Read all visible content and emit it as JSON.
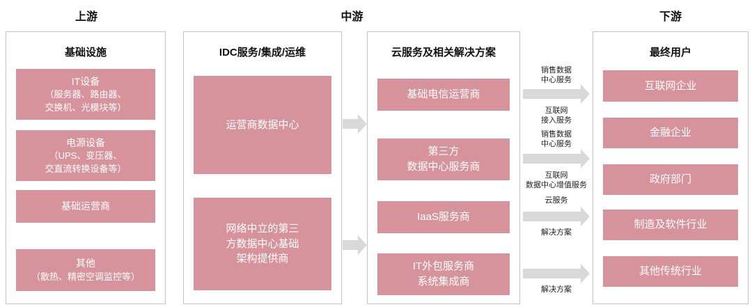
{
  "stages": {
    "upstream": "上游",
    "midstream": "中游",
    "downstream": "下游"
  },
  "columns": [
    {
      "header": "基础设施",
      "items": [
        {
          "label": "IT设备",
          "sub": "（服务器、路由器、\n交换机、光模块等）"
        },
        {
          "label": "电源设备",
          "sub": "（UPS、变压器、\n交直流转换设备等）"
        },
        {
          "label": "基础运营商",
          "sub": ""
        },
        {
          "label": "其他",
          "sub": "（散热、精密空调监控等）"
        }
      ]
    },
    {
      "header": "IDC服务/集成/运维",
      "items": [
        {
          "label": "运营商数据中心"
        },
        {
          "label": "网络中立的第三\n方数据中心基础\n架构提供商"
        }
      ]
    },
    {
      "header": "云服务及相关解决方案",
      "items": [
        {
          "label": "基础电信运营商"
        },
        {
          "label": "第三方\n数据中心服务商"
        },
        {
          "label": "IaaS服务商"
        },
        {
          "label": "IT外包服务商\n系统集成商"
        }
      ]
    },
    {
      "header": "最终用户",
      "items": [
        {
          "label": "互联网企业"
        },
        {
          "label": "金融企业"
        },
        {
          "label": "政府部门"
        },
        {
          "label": "制造及软件行业"
        },
        {
          "label": "其他传统行业"
        }
      ]
    }
  ],
  "flows": [
    {
      "above": "销售数据\n中心服务",
      "below": "互联网\n接入服务"
    },
    {
      "above": "销售数据\n中心服务",
      "below": "互联网\n数据中心增值服务"
    },
    {
      "above": "云服务",
      "below": "解决方案"
    },
    {
      "above": "",
      "below": "解决方案"
    }
  ],
  "colors": {
    "box_pink": "#d7939b",
    "arrow_grey": "#d9d9d9"
  }
}
